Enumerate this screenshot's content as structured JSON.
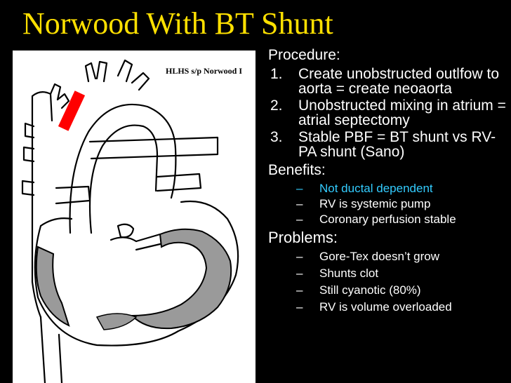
{
  "slide": {
    "title": "Norwood With BT Shunt",
    "figure_caption": "HLHS s/p Norwood I",
    "procedure_heading": "Procedure:",
    "procedure_items": [
      {
        "num": "1.",
        "text": "Create unobstructed outlfow to aorta = create neoaorta"
      },
      {
        "num": "2.",
        "text": "Unobstructed mixing in atrium = atrial septectomy"
      },
      {
        "num": "3.",
        "text": "Stable PBF = BT shunt vs RV-PA shunt (Sano)"
      }
    ],
    "benefits_heading": "Benefits:",
    "benefits_items": [
      {
        "dash": "–",
        "text": "Not ductal dependent"
      },
      {
        "dash": "–",
        "text": "RV is systemic pump"
      },
      {
        "dash": "–",
        "text": "Coronary perfusion stable"
      }
    ],
    "problems_heading": "Problems:",
    "problems_items": [
      {
        "dash": "–",
        "text": "Gore-Tex doesn’t grow"
      },
      {
        "dash": "–",
        "text": "Shunts clot"
      },
      {
        "dash": "–",
        "text": "Still cyanotic (80%)"
      },
      {
        "dash": "–",
        "text": "RV is volume overloaded"
      }
    ]
  },
  "colors": {
    "background": "#000000",
    "title": "#FFE000",
    "body_text": "#FFFFFF",
    "highlight": "#33CCFF",
    "shunt": "#FF0000"
  }
}
